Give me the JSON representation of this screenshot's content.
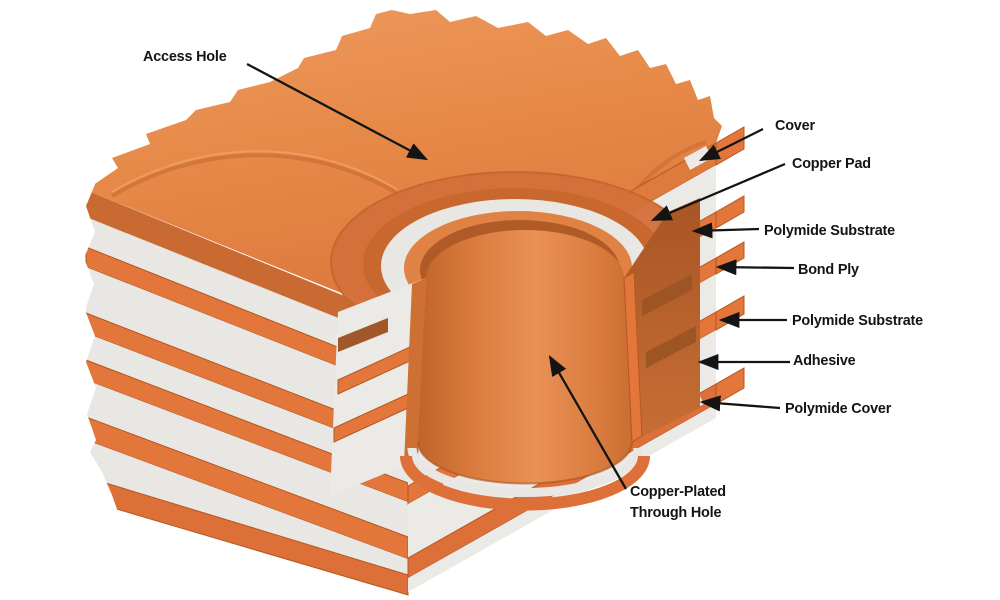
{
  "labels": {
    "access_hole": "Access Hole",
    "cover": "Cover",
    "copper_pad": "Copper Pad",
    "polymide_substrate_top": "Polymide Substrate",
    "bond_ply": "Bond Ply",
    "polymide_substrate_inner": "Polymide Substrate",
    "adhesive": "Adhesive",
    "polymide_cover": "Polymide Cover",
    "copper_plated_through_hole": "Copper-Plated\nThrough Hole"
  },
  "colors": {
    "top_face_orange": "#E68948",
    "copper_orange": "#E2763B",
    "copper_dark": "#A0582A",
    "copper_deep": "#8F4A1E",
    "substrate_white": "#E9E7E4",
    "bottom_rim_orange": "#DD7038",
    "annotation_black": "#141414",
    "background": "#FFFFFF"
  }
}
